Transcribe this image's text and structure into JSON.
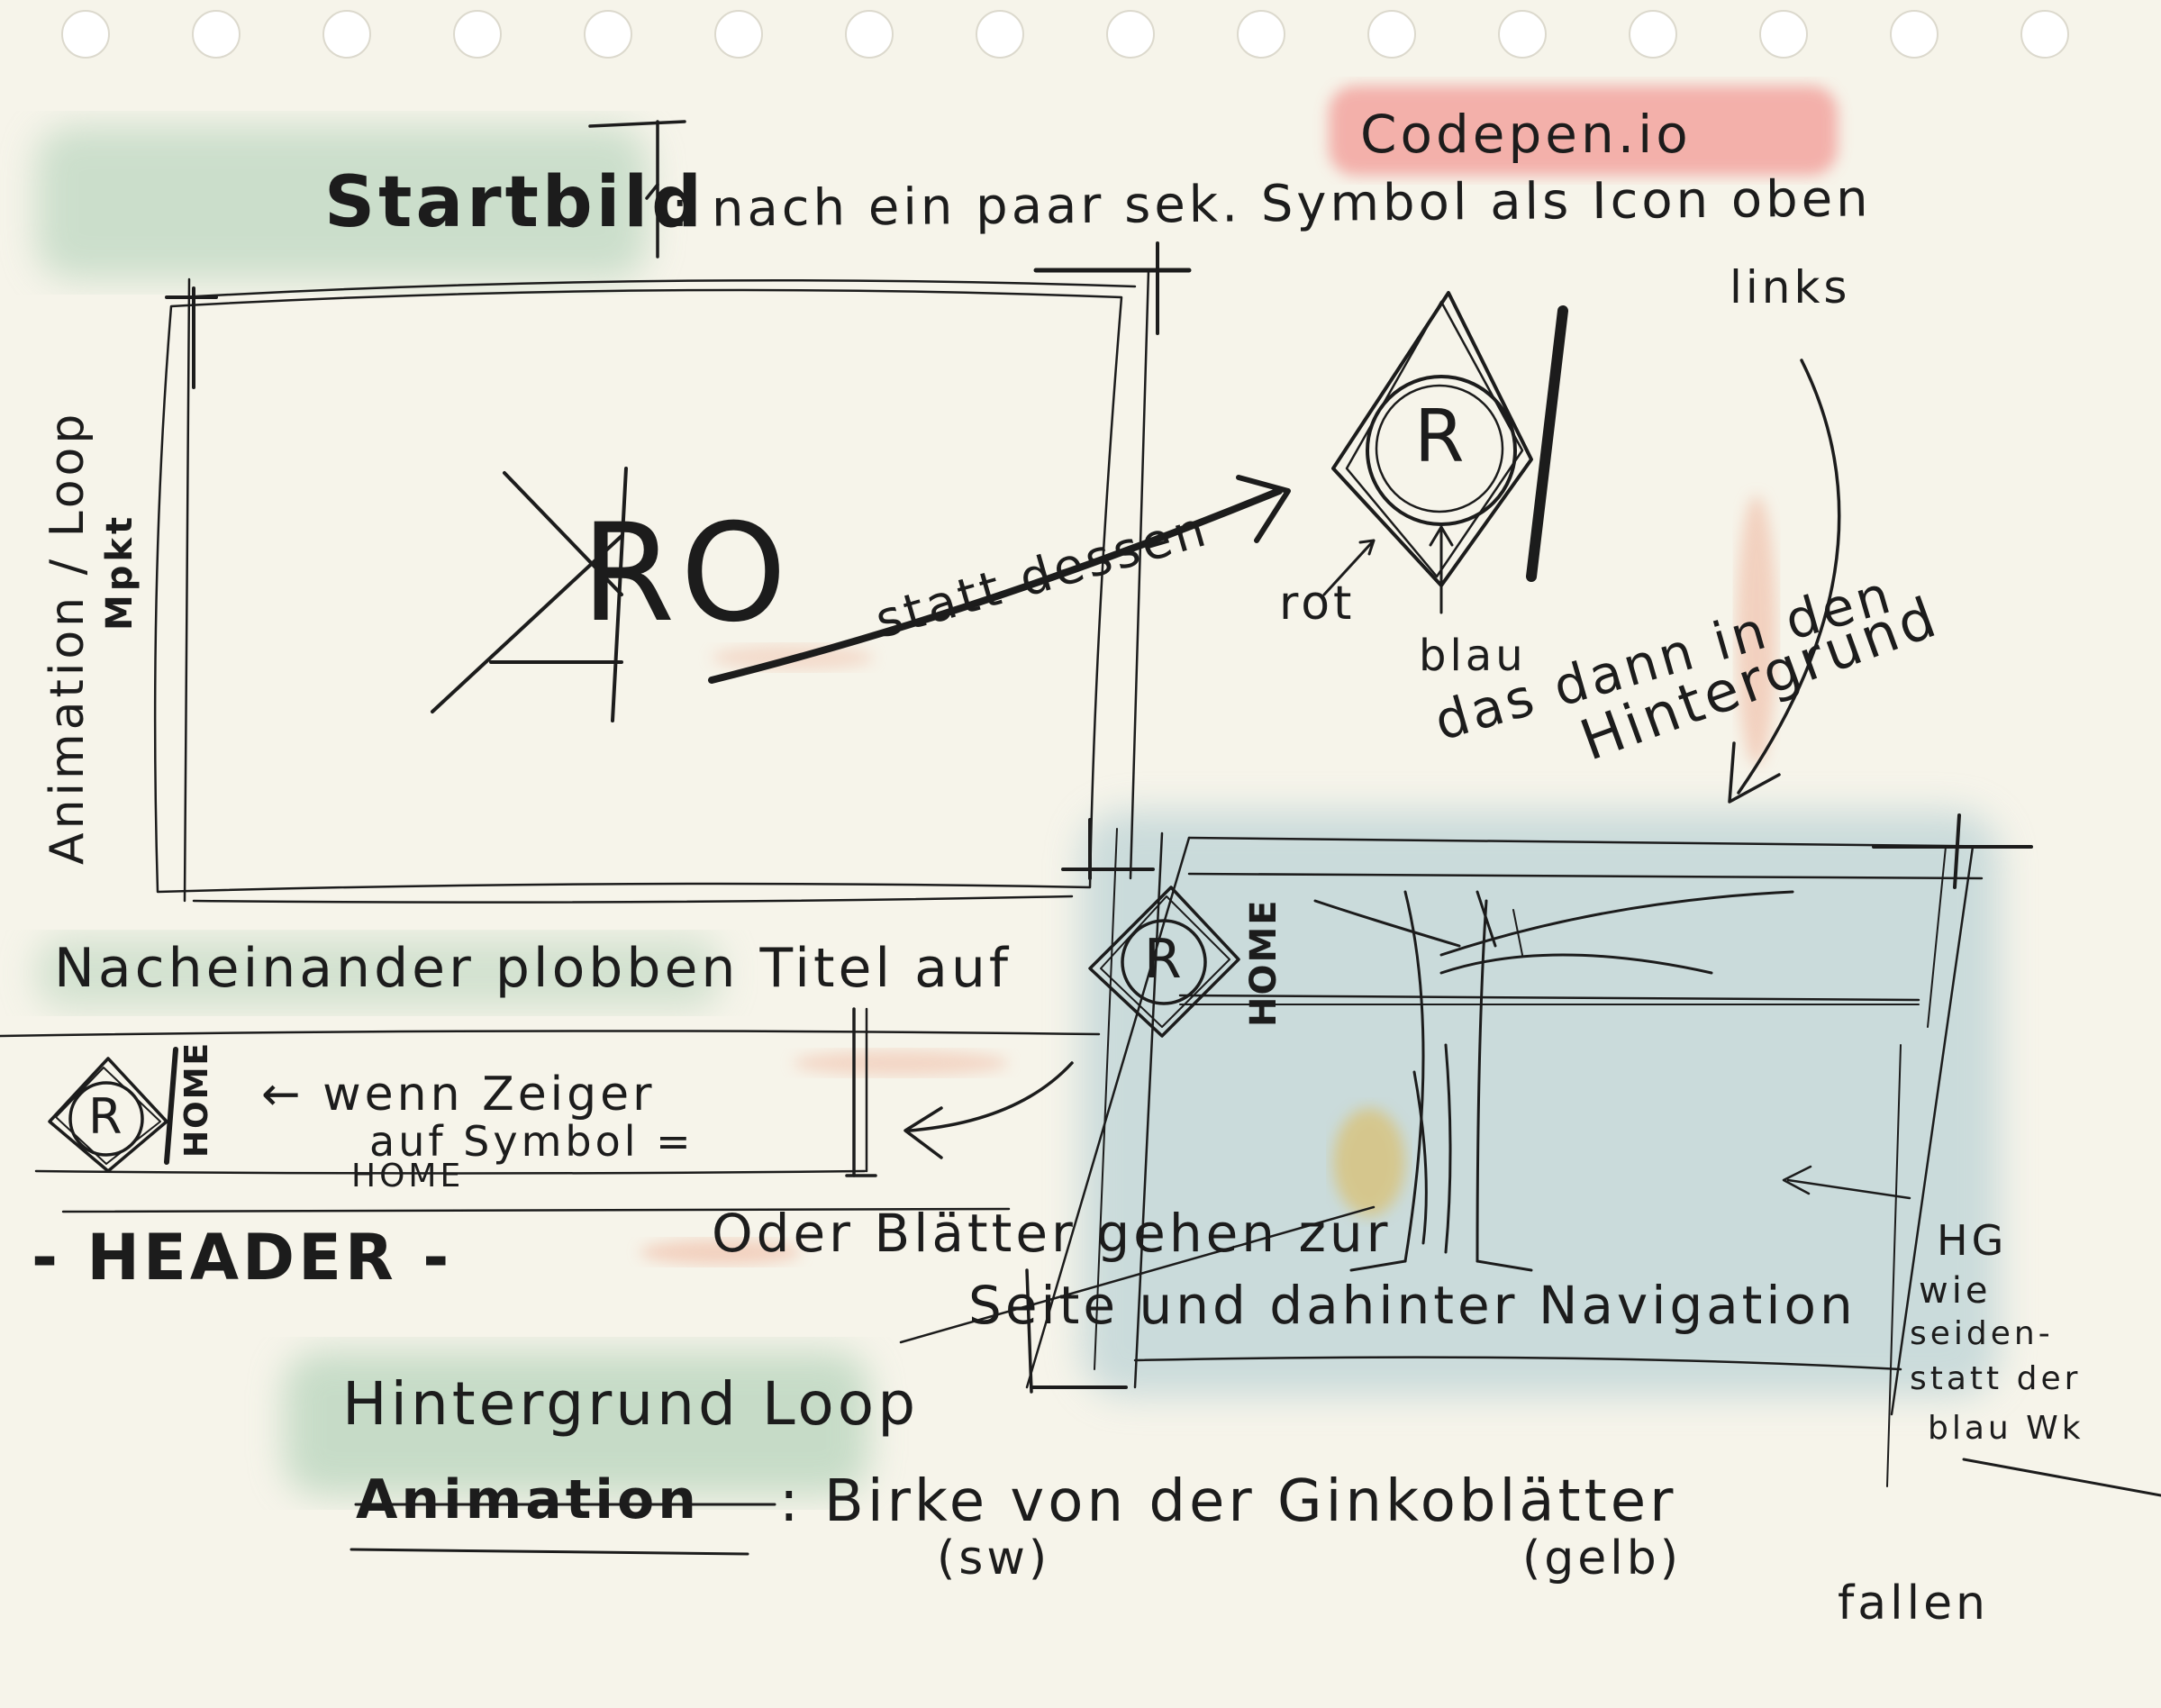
{
  "sticker": "Codepen.io",
  "startbild": {
    "label": "Startbild",
    "note_line1": ": nach ein paar sek. Symbol als Icon oben",
    "note_line2": "links",
    "side_label_line1": "Animation / Loop",
    "side_label_line2": "Mpkt",
    "placeholder_logo": "RO"
  },
  "arrow_label": "statt dessen",
  "logo_diagram": {
    "logo_letter": "R",
    "label_rot": "rot",
    "label_blau": "blau",
    "note_line1": "das dann in den",
    "note_line2": "Hintergrund"
  },
  "title_note": "Nacheinander plobben Titel auf",
  "header": {
    "logo_letter": "R",
    "home_label": "HOME",
    "hover_note_line1": "← wenn Zeiger",
    "hover_note_line2": "auf Symbol =",
    "hover_note_line3": "HOME",
    "section_label": "- HEADER -"
  },
  "nav_note_line1": "Oder Blätter gehen zur",
  "nav_note_line2": "Seite und dahinter Navigation",
  "background_scene": {
    "logo_letter": "R",
    "home_label": "HOME",
    "hg_note_line1": "HG",
    "hg_note_line2": "wie",
    "hg_note_line3": "seiden-",
    "hg_note_line4": "statt der",
    "hg_note_line5": "blau Wk"
  },
  "loop_title": "Hintergrund Loop",
  "loop_label": "Animation",
  "loop_text": ": Birke von der Ginkoblätter",
  "loop_sub_sw": "(sw)",
  "loop_sub_gelb": "(gelb)",
  "loop_fallen": "fallen"
}
